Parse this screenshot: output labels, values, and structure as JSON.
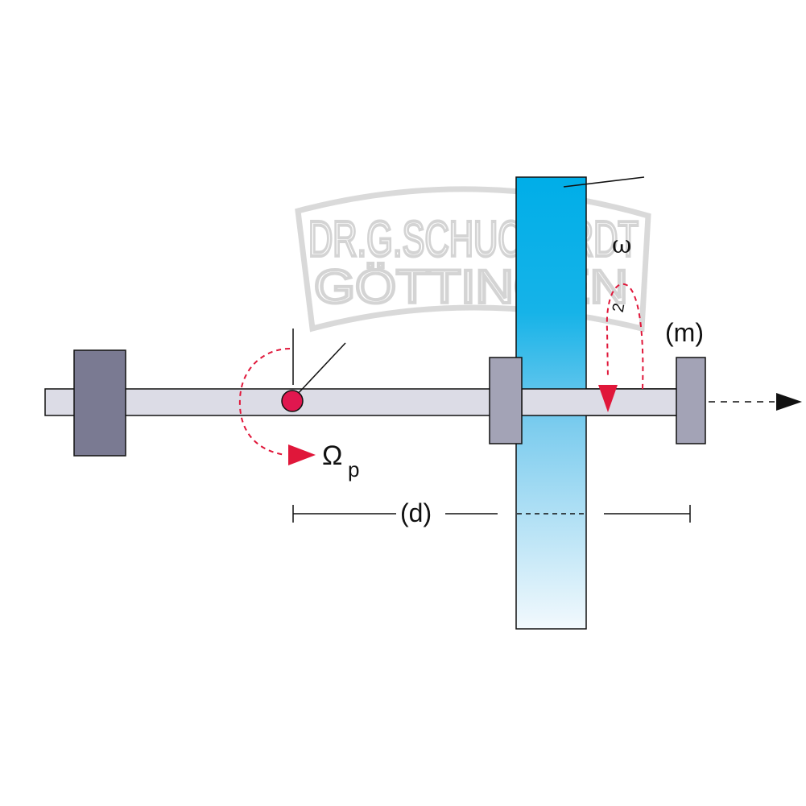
{
  "watermark": {
    "line1": "DR.G.SCHUCHARDT",
    "line2": "GÖTTINGEN"
  },
  "labels": {
    "omega": "ω",
    "omega_sub": "2",
    "mass": "(m)",
    "distance": "(d)",
    "precession_symbol": "Ω",
    "precession_sub": "p"
  },
  "colors": {
    "disc_top": "#00aee8",
    "disc_bottom": "#f2f9fd",
    "rod": "#dcdce6",
    "large_weight": "#7a7a92",
    "small_weight": "#a3a3b6",
    "pivot": "#e0174f",
    "arrow_red": "#e0173a",
    "watermark": "#d8d8d8"
  },
  "icons": {
    "axis_arrow": "arrow-right",
    "omega_arrow": "curved-arrow-down",
    "precession_arrow": "curved-arrow-right"
  }
}
